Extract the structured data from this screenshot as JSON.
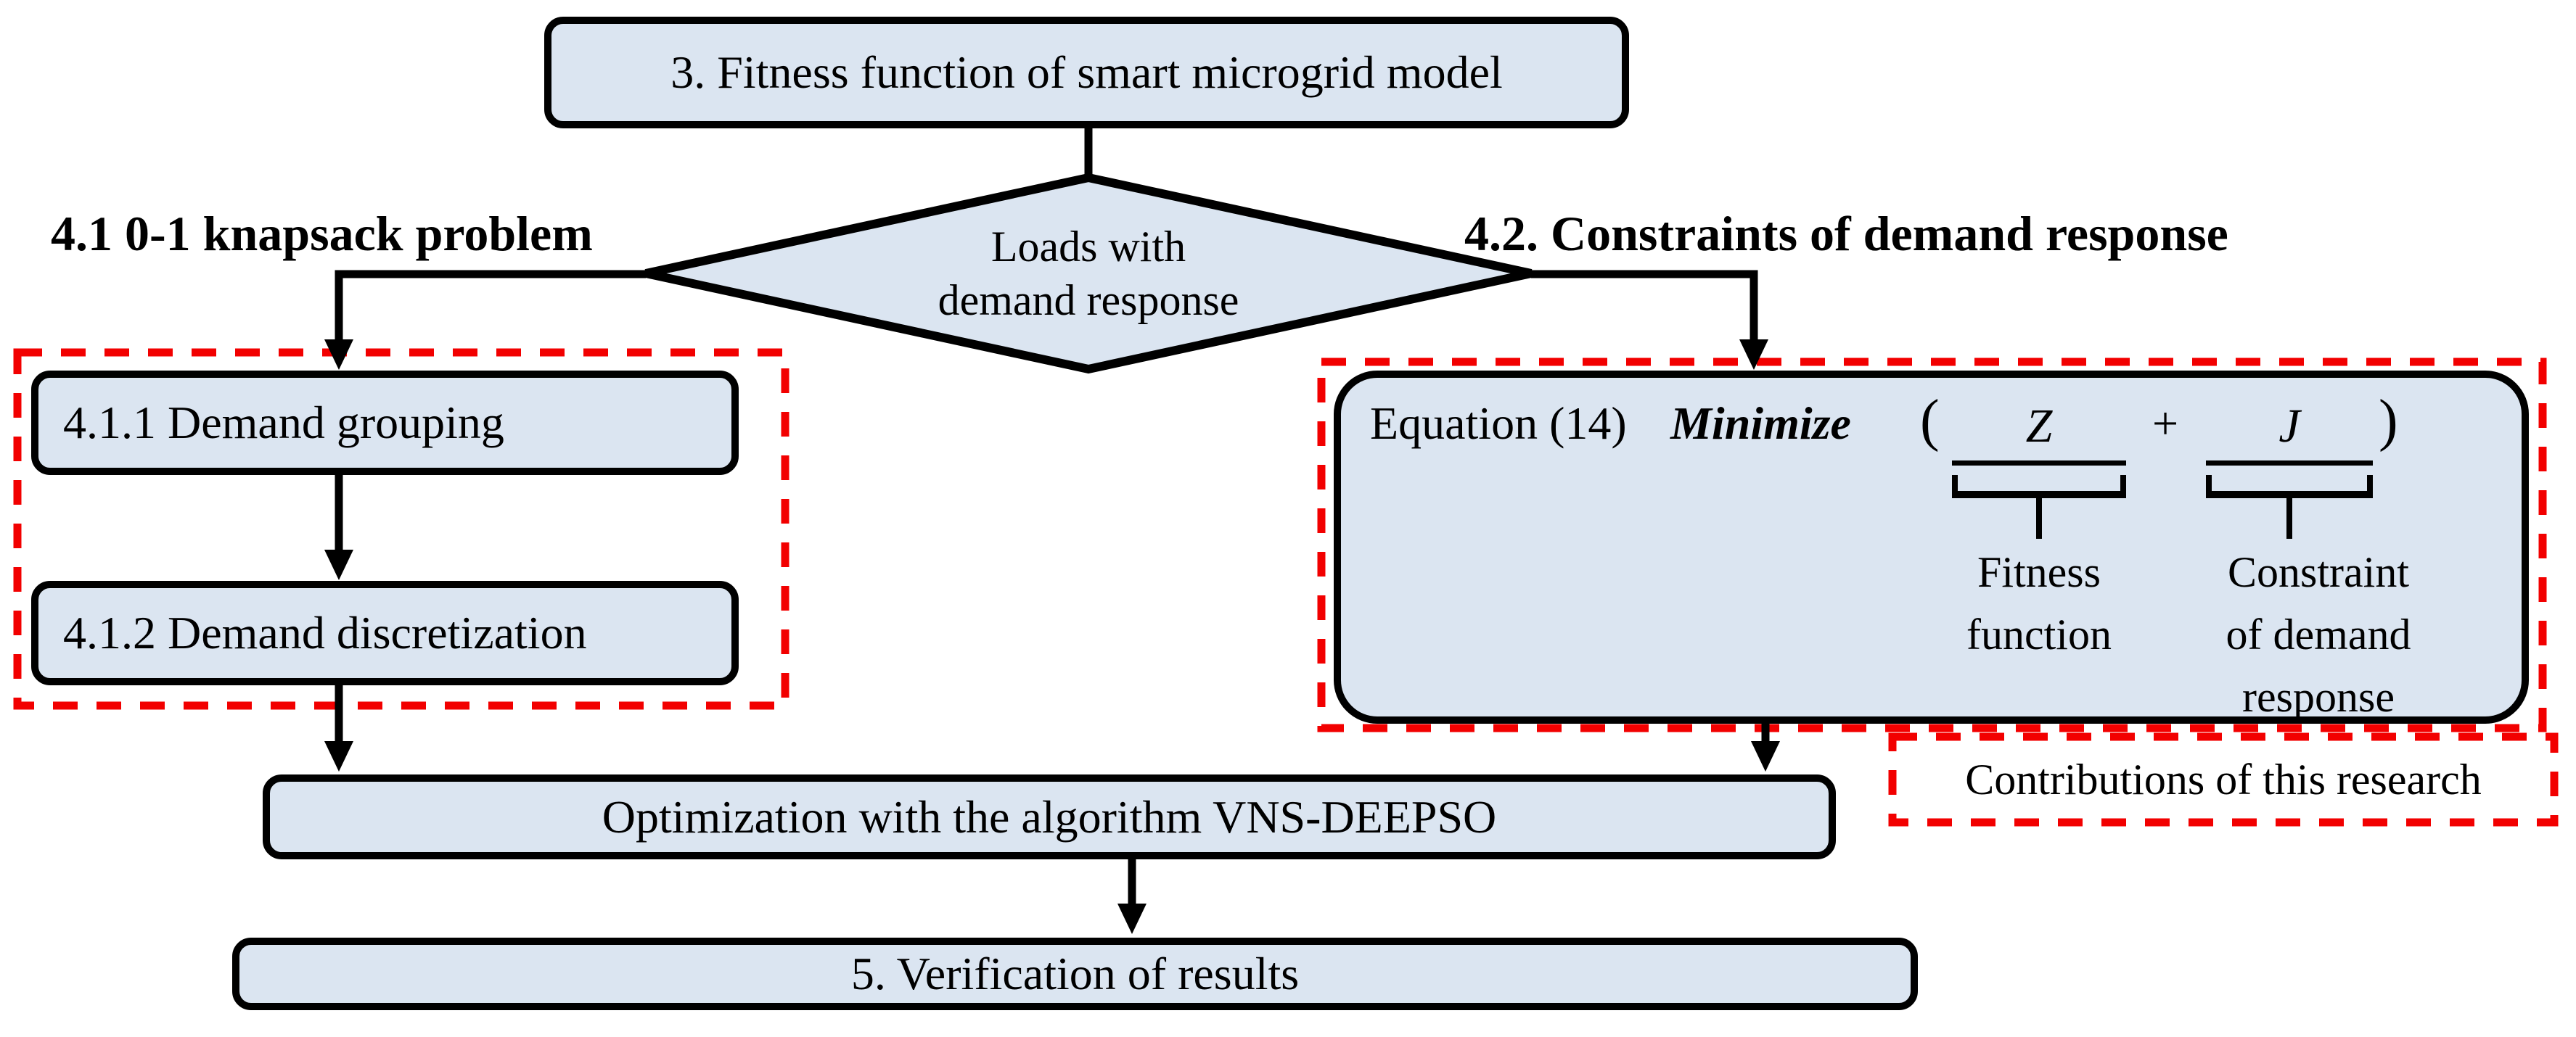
{
  "colors": {
    "node_fill": "#dbe5f1",
    "node_border": "#000000",
    "dashed_highlight": "#f20000"
  },
  "nodes": {
    "top_box": {
      "label": "3. Fitness function of smart microgrid model"
    },
    "diamond": {
      "line1": "Loads with",
      "line2": "demand response"
    },
    "left_section_label": "4.1 0-1 knapsack problem",
    "right_section_label": "4.2. Constraints of demand response",
    "box_411": {
      "label": "4.1.1 Demand grouping"
    },
    "box_412": {
      "label": "4.1.2 Demand discretization"
    },
    "equation_box": {
      "prefix": "Equation (14)",
      "operator": "Minimize",
      "open_paren": "(",
      "term1": "Z",
      "plus": "+",
      "term2": "J",
      "close_paren": ")",
      "term1_label_line1": "Fitness",
      "term1_label_line2": "function",
      "term2_label_line1": "Constraint",
      "term2_label_line2": "of demand",
      "term2_label_line3": "response"
    },
    "contributions_label": "Contributions of this research",
    "optimization_box": {
      "label": "Optimization with the algorithm VNS-DEEPSO"
    },
    "verification_box": {
      "label": "5. Verification of results"
    }
  }
}
